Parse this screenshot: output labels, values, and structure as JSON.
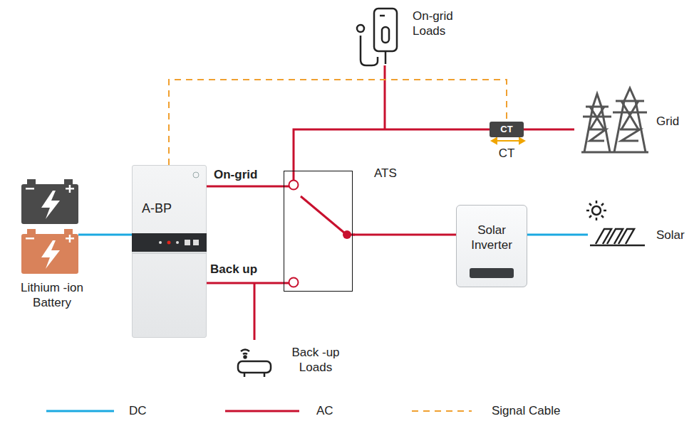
{
  "diagram": {
    "nodes": [
      {
        "text": [
          "A-BP"
        ]
      },
      {
        "text": [
          "ATS"
        ]
      },
      {
        "text": [
          "CT",
          "CT"
        ]
      },
      {
        "text": [
          "Solar Inverter"
        ]
      }
    ],
    "edges": [
      {
        "from": 0,
        "to": 1,
        "arrow": "none",
        "label": "On-grid"
      },
      {
        "from": 0,
        "to": 1,
        "arrow": "none",
        "label": "Back up"
      },
      {
        "from": 1,
        "to": 2,
        "arrow": "none"
      },
      {
        "from": 1,
        "to": 3,
        "arrow": "none"
      },
      {
        "from": 0,
        "to": 2,
        "arrow": "none"
      }
    ],
    "labels": [
      "On-grid Loads",
      "Grid",
      "Solar",
      "Lithium -ion Battery",
      "Back -up Loads"
    ],
    "legend": [
      {
        "text": "DC"
      },
      {
        "text": "AC"
      },
      {
        "text": "Signal Cable"
      }
    ]
  }
}
